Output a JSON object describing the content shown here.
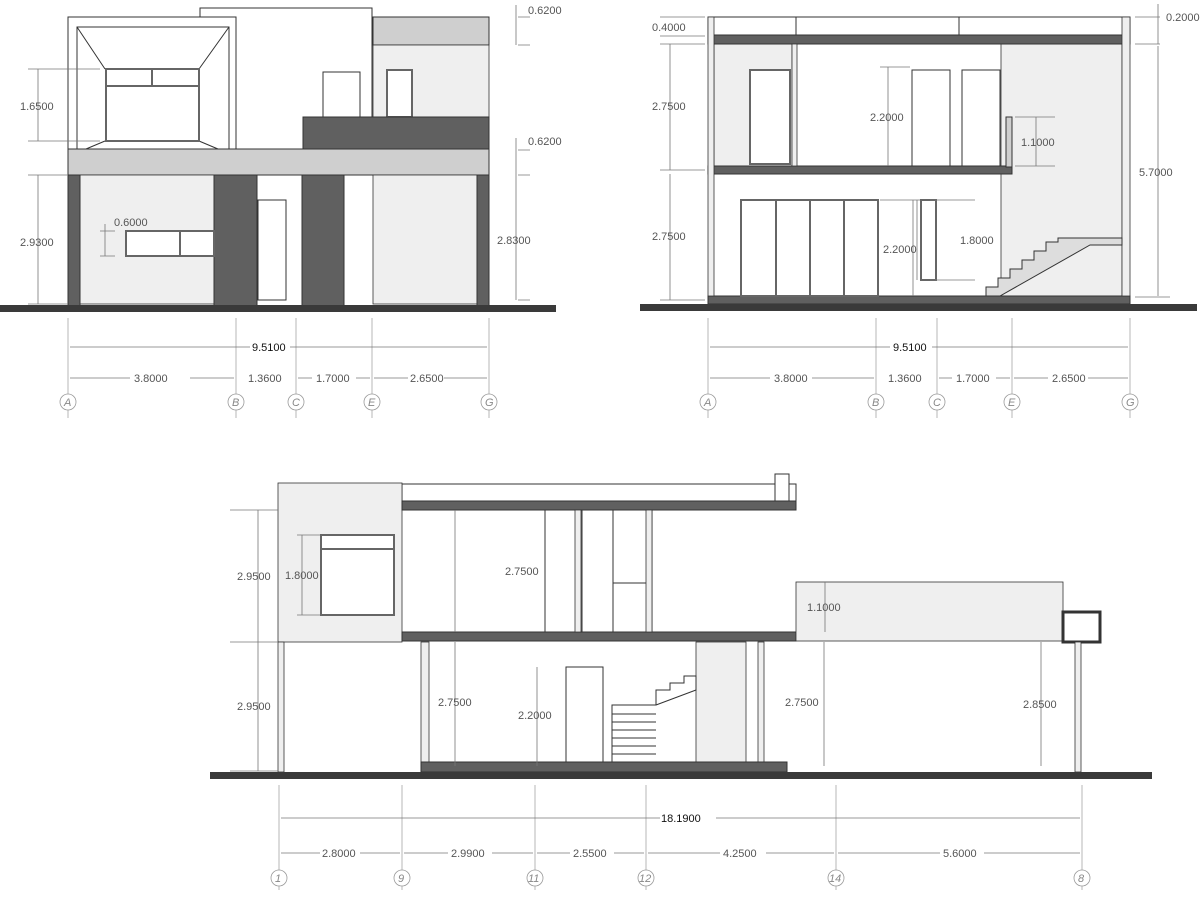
{
  "front_elevation": {
    "dims": {
      "top_parapet": "0.6200",
      "slab": "0.6200",
      "window_upper": "1.6500",
      "ground_floor": "2.9300",
      "right_height": "2.8300",
      "window_lower": "0.6000"
    },
    "total": "9.5100",
    "spans": [
      "3.8000",
      "1.3600",
      "1.7000",
      "2.6500"
    ],
    "grid": [
      "A",
      "B",
      "C",
      "E",
      "G"
    ]
  },
  "section": {
    "dims": {
      "parapet": "0.4000",
      "roof_slab": "0.2000",
      "upper_floor": "2.7500",
      "lower_floor": "2.7500",
      "upper_door": "2.2000",
      "lower_door": "2.2000",
      "railing": "1.1000",
      "narrow_window": "1.8000",
      "total_height": "5.7000"
    },
    "total": "9.5100",
    "spans": [
      "3.8000",
      "1.3600",
      "1.7000",
      "2.6500"
    ],
    "grid": [
      "A",
      "B",
      "C",
      "E",
      "G"
    ]
  },
  "side_section": {
    "dims": {
      "left_upper": "2.9500",
      "left_lower": "2.9500",
      "window": "1.8000",
      "upper_room": "2.7500",
      "lower_room": "2.7500",
      "door": "2.2000",
      "right_room": "2.7500",
      "railing": "1.1000",
      "garage": "2.8500"
    },
    "total": "18.1900",
    "spans": [
      "2.8000",
      "2.9900",
      "2.5500",
      "4.2500",
      "5.6000"
    ],
    "grid": [
      "1",
      "9",
      "11",
      "12",
      "14",
      "8"
    ]
  }
}
